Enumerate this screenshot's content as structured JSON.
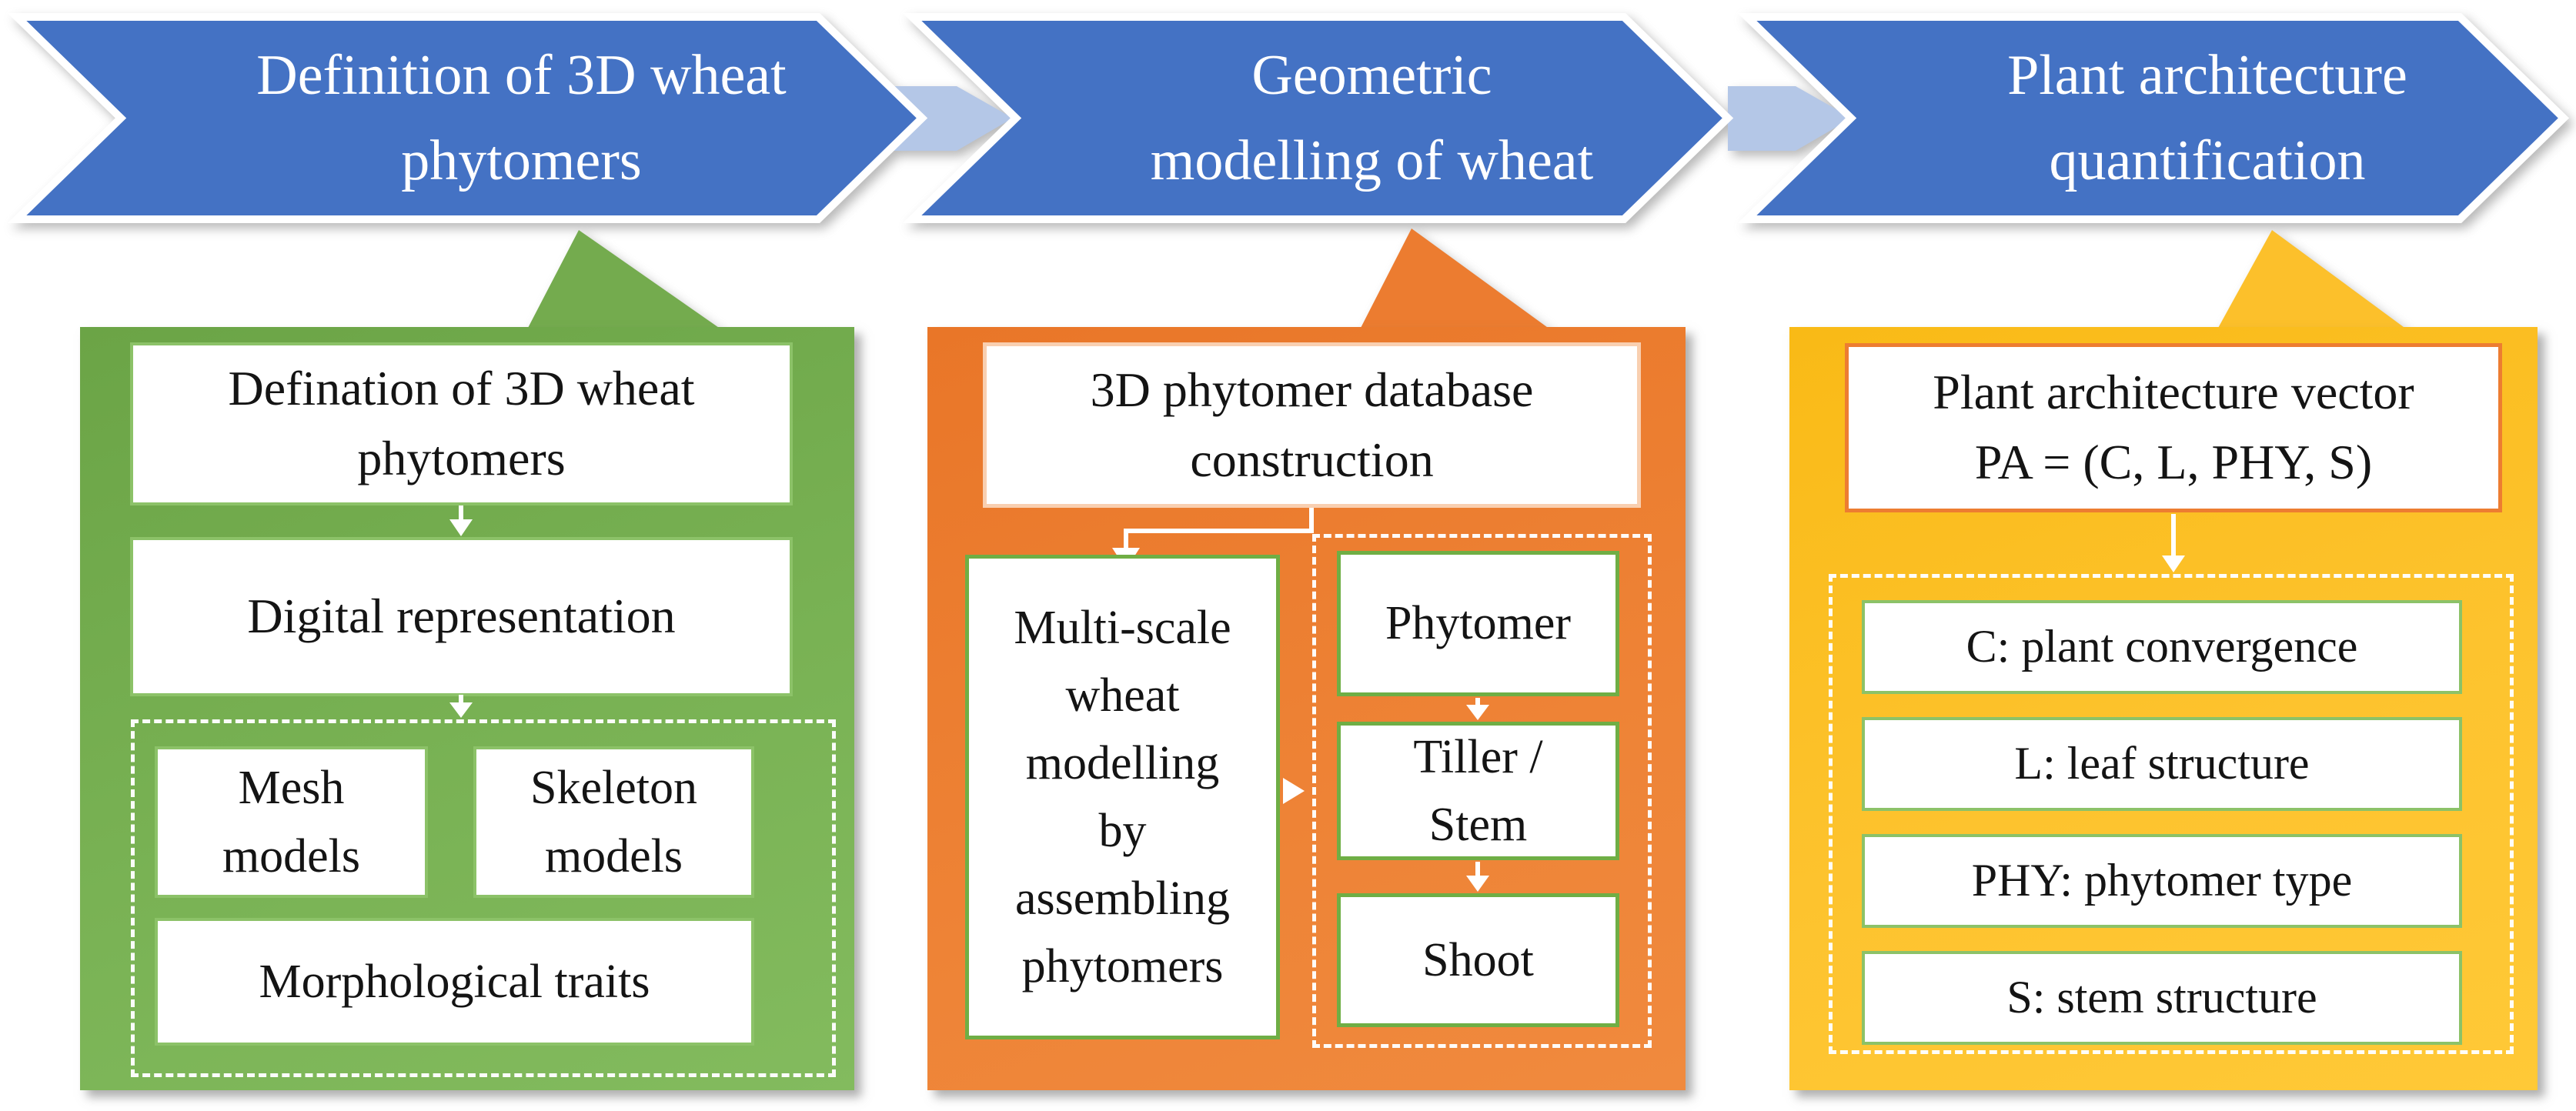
{
  "figure": {
    "type": "process-flow-diagram",
    "header": {
      "steps": [
        {
          "label": "Definition of 3D wheat\nphytomers"
        },
        {
          "label": "Geometric\nmodelling of wheat"
        },
        {
          "label": "Plant architecture\nquantification"
        }
      ]
    },
    "panels": {
      "definition": {
        "title": "Defination of 3D wheat\nphytomers",
        "digital": "Digital representation",
        "mesh": "Mesh\nmodels",
        "skeleton": "Skeleton\nmodels",
        "morphological": "Morphological traits"
      },
      "modelling": {
        "title": "3D phytomer database\nconstruction",
        "multiscale": "Multi-scale\nwheat\nmodelling\nby\nassembling\nphytomers",
        "phytomer": "Phytomer",
        "tiller": "Tiller /\nStem",
        "shoot": "Shoot"
      },
      "quantification": {
        "title": "Plant architecture vector\nPA = (C, L, PHY, S)",
        "items": [
          "C: plant convergence",
          "L: leaf structure",
          "PHY: phytomer type",
          "S: stem structure"
        ]
      }
    },
    "colors": {
      "arrow_blue": "#4472c4",
      "connector_light_blue": "#b4c7e7",
      "panel_green": "#70ad47",
      "panel_orange": "#ed7d31",
      "panel_gold": "#ffc000",
      "box_border_green": "#6fae45",
      "box_border_peach": "#f9cfb0",
      "box_border_orange": "#ed7d31",
      "text_dark": "#141414",
      "text_light": "#ffffff"
    }
  }
}
